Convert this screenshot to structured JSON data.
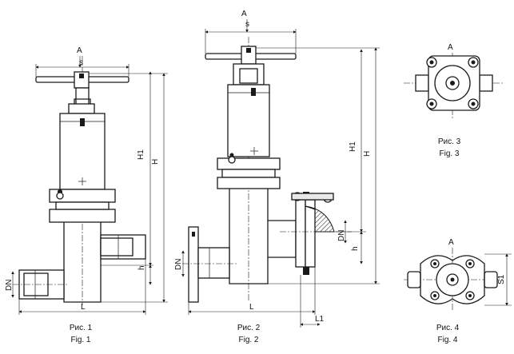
{
  "labels": {
    "a": "A",
    "s": "s",
    "s1": "S1",
    "h1": "H1",
    "h_big": "H",
    "h_small": "h",
    "dn": "DN",
    "l": "L",
    "l1": "L1"
  },
  "captions": {
    "fig1_ru": "Рис. 1",
    "fig1_en": "Fig. 1",
    "fig2_ru": "Рис. 2",
    "fig2_en": "Fig. 2",
    "fig3_ru": "Рис. 3",
    "fig3_en": "Fig. 3",
    "fig4_ru": "Рис. 4",
    "fig4_en": "Fig. 4"
  }
}
